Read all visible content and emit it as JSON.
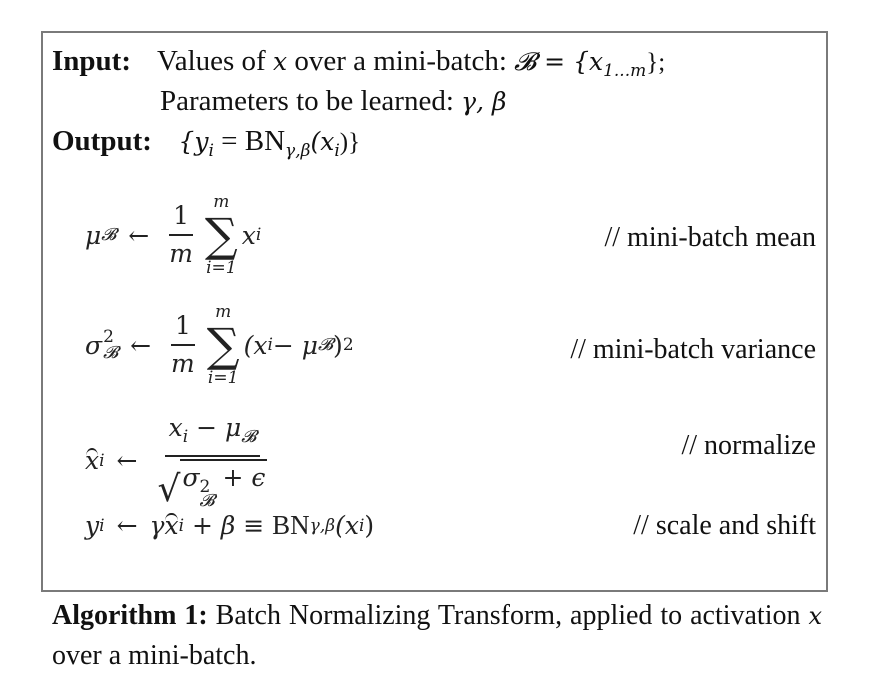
{
  "algorithm": {
    "input_label": "Input:",
    "input_text_pre": "Values of",
    "input_var": "x",
    "input_text_mid": "over a mini-batch:",
    "input_set": "𝓑 = {x",
    "input_set_sub": "1...m",
    "input_set_end": "};",
    "params_text": "Parameters to be learned:",
    "params_vars": "γ, β",
    "output_label": "Output:",
    "output_expr": "{y",
    "output_sub_i": "i",
    "output_eq": " = ",
    "output_bn": "BN",
    "output_bn_sub": "γ,β",
    "output_arg": "(x",
    "output_arg_end": ")}"
  },
  "steps": [
    {
      "lhs": "μ",
      "lhs_sub": "𝓑",
      "arrow": "←",
      "frac_num": "1",
      "frac_den": "m",
      "sum_top": "m",
      "sum_bot": "i=1",
      "term": "x",
      "term_sub": "i",
      "comment": "// mini-batch mean"
    },
    {
      "lhs": "σ",
      "lhs_sup": "2",
      "lhs_sub": "𝓑",
      "arrow": "←",
      "frac_num": "1",
      "frac_den": "m",
      "sum_top": "m",
      "sum_bot": "i=1",
      "term": "(x",
      "term_sub": "i",
      "term_rest": " − μ",
      "term_rest_sub": "𝓑",
      "term_close": ")",
      "term_sup": "2",
      "comment": "// mini-batch variance"
    },
    {
      "lhs": "x",
      "lhs_sub": "i",
      "arrow": "←",
      "num": "x",
      "num_sub": "i",
      "num_rest": " − μ",
      "num_rest_sub": "𝓑",
      "den_sigma": "σ",
      "den_sup": "2",
      "den_sub": "𝓑",
      "den_rest": " + ϵ",
      "comment": "// normalize"
    },
    {
      "lhs": "y",
      "lhs_sub": "i",
      "arrow": "←",
      "rhs_gamma": "γ",
      "rhs_x": "x",
      "rhs_x_sub": "i",
      "rhs_plus": " + β ≡ ",
      "rhs_bn": "BN",
      "rhs_bn_sub": "γ,β",
      "rhs_arg": "(x",
      "rhs_arg_sub": "i",
      "rhs_arg_end": ")",
      "comment": "// scale and shift"
    }
  ],
  "caption": {
    "label": "Algorithm 1:",
    "text_pre": "Batch Normalizing Transform, applied to activation",
    "var": "x",
    "text_post": "over a mini-batch."
  }
}
